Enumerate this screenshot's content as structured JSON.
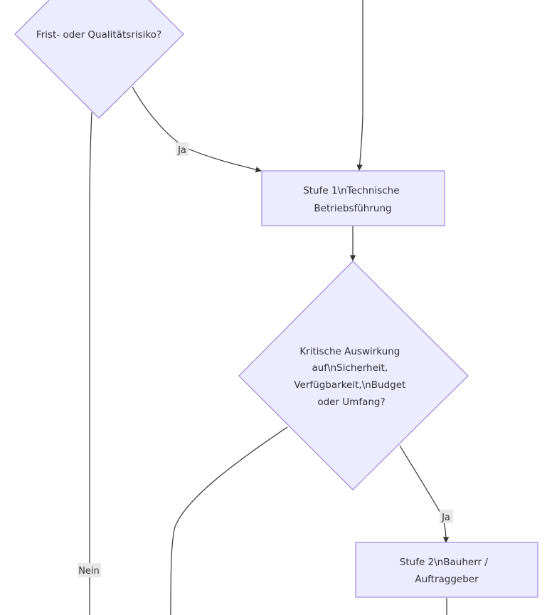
{
  "diagram": {
    "nodes": {
      "decision_risk": {
        "shape": "diamond",
        "lines": [
          "Frist- oder Qualitätsrisiko?"
        ]
      },
      "stage_1": {
        "shape": "rect",
        "lines": [
          "Stufe 1\\nTechnische",
          "Betriebsführung"
        ]
      },
      "decision_critical": {
        "shape": "diamond",
        "lines": [
          "Kritische Auswirkung",
          "auf\\nSicherheit,",
          "Verfügbarkeit,\\nBudget",
          "oder Umfang?"
        ]
      },
      "stage_2": {
        "shape": "rect",
        "lines": [
          "Stufe 2\\nBauherr /",
          "Auftraggeber"
        ]
      }
    },
    "edge_labels": {
      "risk_yes": "Ja",
      "risk_no": "Nein",
      "critical_yes": "Ja"
    },
    "colors": {
      "node_fill": "#ececff",
      "node_stroke": "#9370db",
      "edge": "#333333",
      "text": "#333333",
      "label_bg": "#e8e8e8"
    }
  }
}
